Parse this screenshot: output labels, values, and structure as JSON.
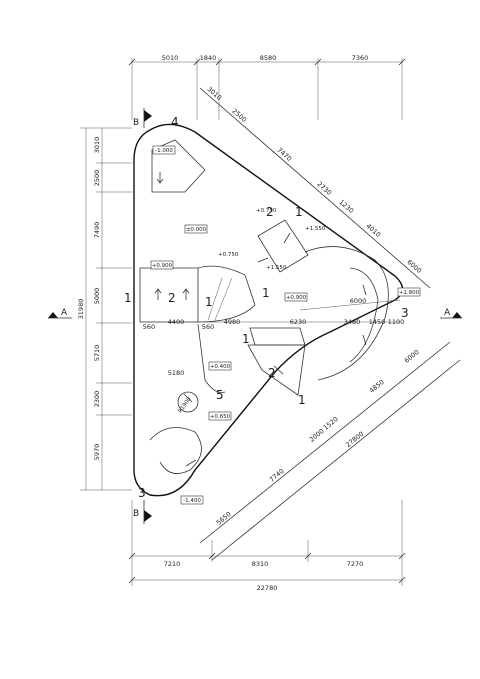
{
  "top_dims": [
    "5010",
    "1840",
    "8580",
    "7360"
  ],
  "bottom_dims": [
    "7210",
    "8310",
    "7270"
  ],
  "bottom_total": "22780",
  "left_total": "31980",
  "left_dims": [
    "3010",
    "2500",
    "7490",
    "5000",
    "5710",
    "2300",
    "5970"
  ],
  "diag_top_dims": [
    "3010",
    "2500",
    "7470",
    "2730",
    "1230",
    "4010",
    "6000"
  ],
  "diag_bottom_dims": [
    "5650",
    "7740",
    "2000",
    "1520",
    "4850",
    "6000",
    "27800"
  ],
  "interior_dims": [
    "560",
    "4400",
    "560",
    "4980",
    "6230",
    "3480",
    "1450",
    "1100",
    "5180",
    "6000"
  ],
  "radius_label": "R1900",
  "elevations": [
    "-1.000",
    "±0.000",
    "+0.750",
    "+1.550",
    "+0.750",
    "+1.550",
    "+0.900",
    "+0.900",
    "+1.800",
    "+0.400",
    "+0.650",
    "-1.400"
  ],
  "zones": [
    "1",
    "2",
    "1",
    "2",
    "1",
    "1",
    "1",
    "2",
    "1",
    "3",
    "4",
    "5",
    "3"
  ],
  "section_labels": {
    "a_left": "A",
    "a_right": "A",
    "b_top": "B",
    "b_bottom": "B"
  }
}
